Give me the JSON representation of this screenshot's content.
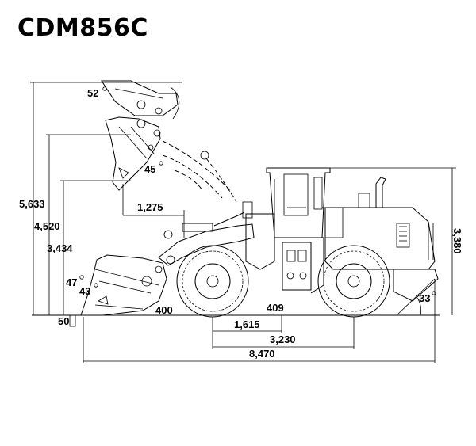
{
  "title": "CDM856C",
  "dimensions": {
    "h_overall_raised": "5,633",
    "h_hinge_pin": "4,520",
    "h_dump_clearance": "3,434",
    "reach": "1,275",
    "h_cab": "3,380",
    "ground_clear": "409",
    "front_axle_to_pin": "1,615",
    "wheelbase": "3,230",
    "overall_length": "8,470",
    "dig_depth": "50",
    "bucket_offset": "400"
  },
  "angles": {
    "rollback_raised": "52",
    "dump_angle": "45",
    "rollback_ground": "47",
    "rollback_carry": "43",
    "departure": "33"
  }
}
